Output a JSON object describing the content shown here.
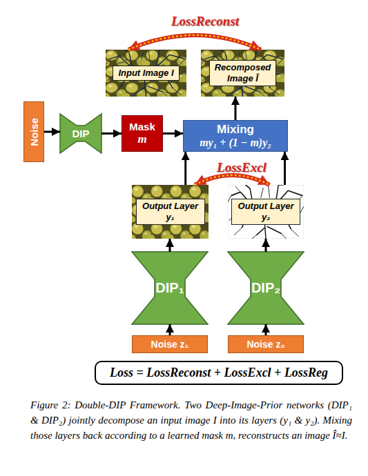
{
  "diagram": {
    "caption": "Figure 2: Double-DIP Framework. Two Deep-Image-Prior networks (DIP₁ & DIP₂) jointly decompose an input image I into its layers (y₁ & y₂). Mixing those layers back according to a learned mask m, reconstructs an image Î≈I.",
    "nodes": [
      {
        "text": [
          "Input Image I"
        ]
      },
      {
        "text": [
          "Recomposed Image Î"
        ]
      },
      {
        "text": [
          "Noise"
        ]
      },
      {
        "text": [
          "DIP"
        ]
      },
      {
        "text": [
          "Mask",
          "m"
        ]
      },
      {
        "text": [
          "Mixing",
          "my₁ + (1 − m)y₂"
        ]
      },
      {
        "text": [
          "Output Layer y₁"
        ]
      },
      {
        "text": [
          "Output Layer y₂"
        ]
      },
      {
        "text": [
          "DIP₁"
        ]
      },
      {
        "text": [
          "DIP₂"
        ]
      },
      {
        "text": [
          "Noise z₁"
        ]
      },
      {
        "text": [
          "Noise z₂"
        ]
      },
      {
        "text": [
          "Loss = LossReconst + LossExcl + LossReg"
        ]
      }
    ],
    "edges": [
      {
        "from": 0,
        "to": 1,
        "arrow": "both",
        "label": "LossReconst"
      },
      {
        "from": 2,
        "to": 3,
        "arrow": "to"
      },
      {
        "from": 3,
        "to": 4,
        "arrow": "to"
      },
      {
        "from": 4,
        "to": 5,
        "arrow": "to"
      },
      {
        "from": 5,
        "to": 1,
        "arrow": "to"
      },
      {
        "from": 6,
        "to": 5,
        "arrow": "to"
      },
      {
        "from": 7,
        "to": 5,
        "arrow": "to"
      },
      {
        "from": 6,
        "to": 7,
        "arrow": "both",
        "label": "LossExcl"
      },
      {
        "from": 8,
        "to": 6,
        "arrow": "to"
      },
      {
        "from": 9,
        "to": 7,
        "arrow": "to"
      },
      {
        "from": 10,
        "to": 8,
        "arrow": "to"
      },
      {
        "from": 11,
        "to": 9,
        "arrow": "to"
      }
    ]
  }
}
